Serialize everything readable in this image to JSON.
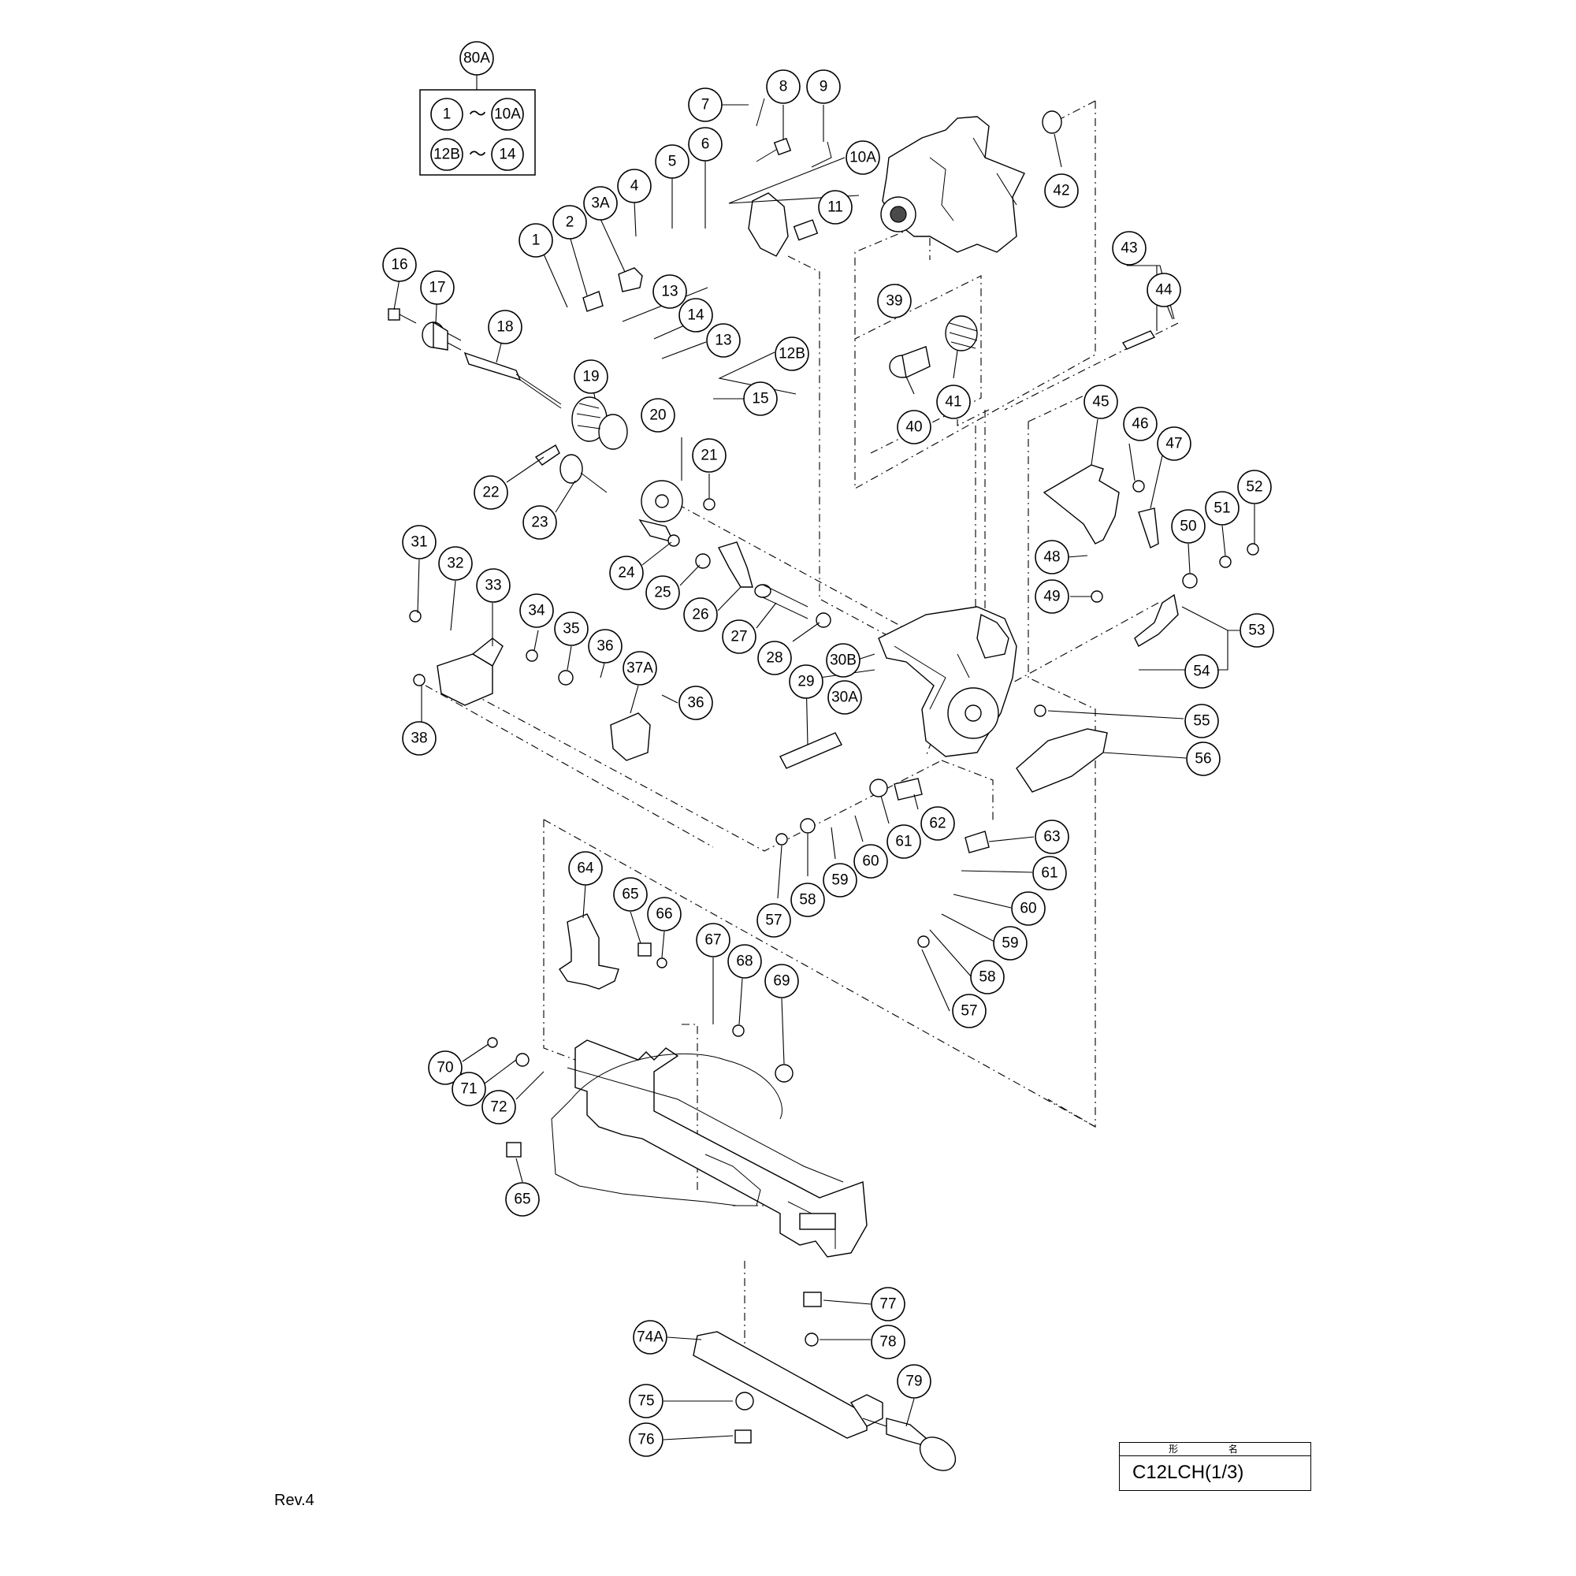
{
  "kit": {
    "id": "80A",
    "range_start_1": "1",
    "range_end_1": "10A",
    "range_start_2": "12B",
    "range_end_2": "14",
    "range_symbol": "〜"
  },
  "callouts": [
    "1",
    "2",
    "3A",
    "4",
    "5",
    "6",
    "7",
    "8",
    "9",
    "10A",
    "11",
    "12B",
    "13",
    "13",
    "14",
    "15",
    "16",
    "17",
    "18",
    "19",
    "20",
    "21",
    "22",
    "23",
    "24",
    "25",
    "26",
    "27",
    "28",
    "29",
    "30A",
    "30B",
    "31",
    "32",
    "33",
    "34",
    "35",
    "36",
    "36",
    "37A",
    "38",
    "39",
    "40",
    "41",
    "42",
    "43",
    "44",
    "45",
    "46",
    "47",
    "48",
    "49",
    "50",
    "51",
    "52",
    "53",
    "54",
    "55",
    "56",
    "57",
    "57",
    "58",
    "58",
    "59",
    "59",
    "60",
    "60",
    "61",
    "61",
    "62",
    "63",
    "64",
    "65",
    "65",
    "66",
    "67",
    "68",
    "69",
    "70",
    "71",
    "72",
    "74A",
    "75",
    "76",
    "77",
    "78",
    "79"
  ],
  "revision": "Rev.4",
  "model": {
    "header": "形 名",
    "name": "C12LCH(1/3)"
  }
}
